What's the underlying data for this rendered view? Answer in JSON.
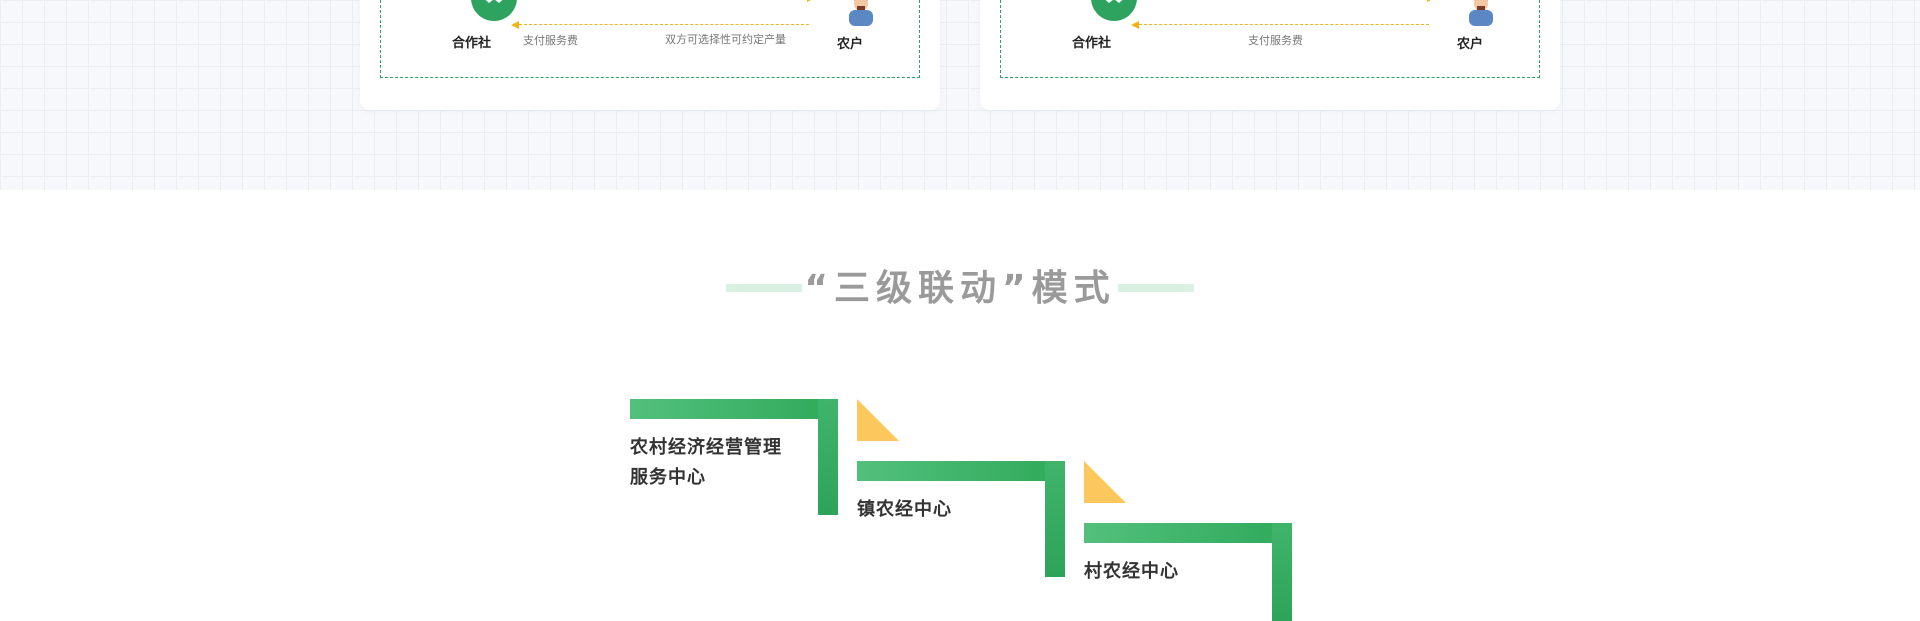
{
  "cards": [
    {
      "coop_label": "合作社",
      "farmer_label": "农户",
      "left_note": "支付服务费",
      "right_note": "双方可选择性可约定产量"
    },
    {
      "coop_label": "合作社",
      "farmer_label": "农户",
      "center_note": "支付服务费"
    }
  ],
  "section": {
    "title": "“三级联动”模式"
  },
  "levels": [
    {
      "label_line1": "农村经济经营管理",
      "label_line2": "服务中心"
    },
    {
      "label": "镇农经中心"
    },
    {
      "label": "村农经中心"
    }
  ],
  "colors": {
    "green": "#2ea35f",
    "yellow": "#fcc85d",
    "dash_yellow": "#f1b317",
    "title_gray": "#9a9a9a"
  },
  "icons": [
    "handshake-icon",
    "farmer-icon"
  ]
}
